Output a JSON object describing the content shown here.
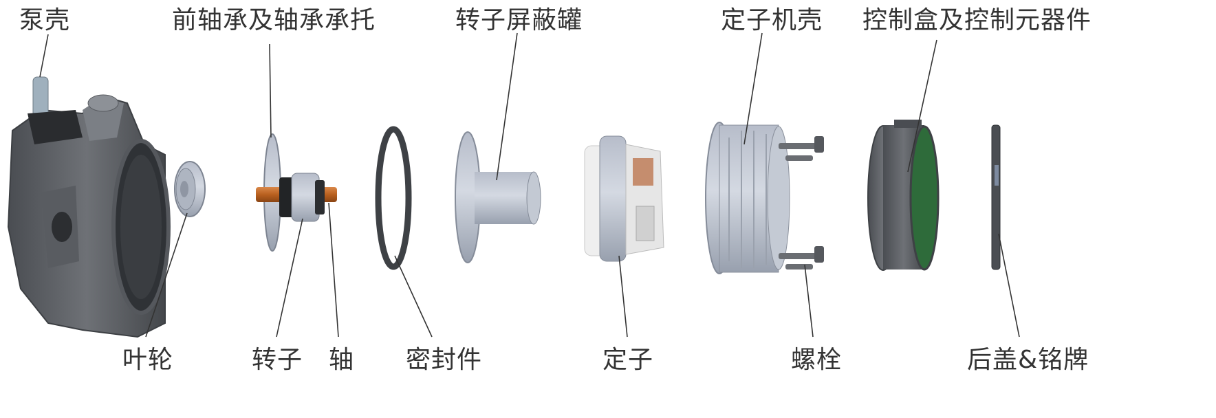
{
  "diagram": {
    "top_labels": {
      "pump_casing": "泵壳",
      "front_bearing": "前轴承及轴承承托",
      "rotor_can": "转子屏蔽罐",
      "stator_housing": "定子机壳",
      "control_box": "控制盒及控制元器件"
    },
    "bottom_labels": {
      "impeller": "叶轮",
      "rotor": "转子",
      "shaft": "轴",
      "seal": "密封件",
      "stator": "定子",
      "bolts": "螺栓",
      "back_cover": "后盖&铭牌"
    }
  },
  "colors": {
    "text": "#333333",
    "leader_line": "#333333",
    "metal_gray": "#8c9099",
    "dark_gray": "#55585d",
    "light_blue_gray": "#b6bcc8",
    "copper": "#c06a2a",
    "white_plastic": "#eeeeee",
    "green_pcb": "#2e6b3a"
  }
}
